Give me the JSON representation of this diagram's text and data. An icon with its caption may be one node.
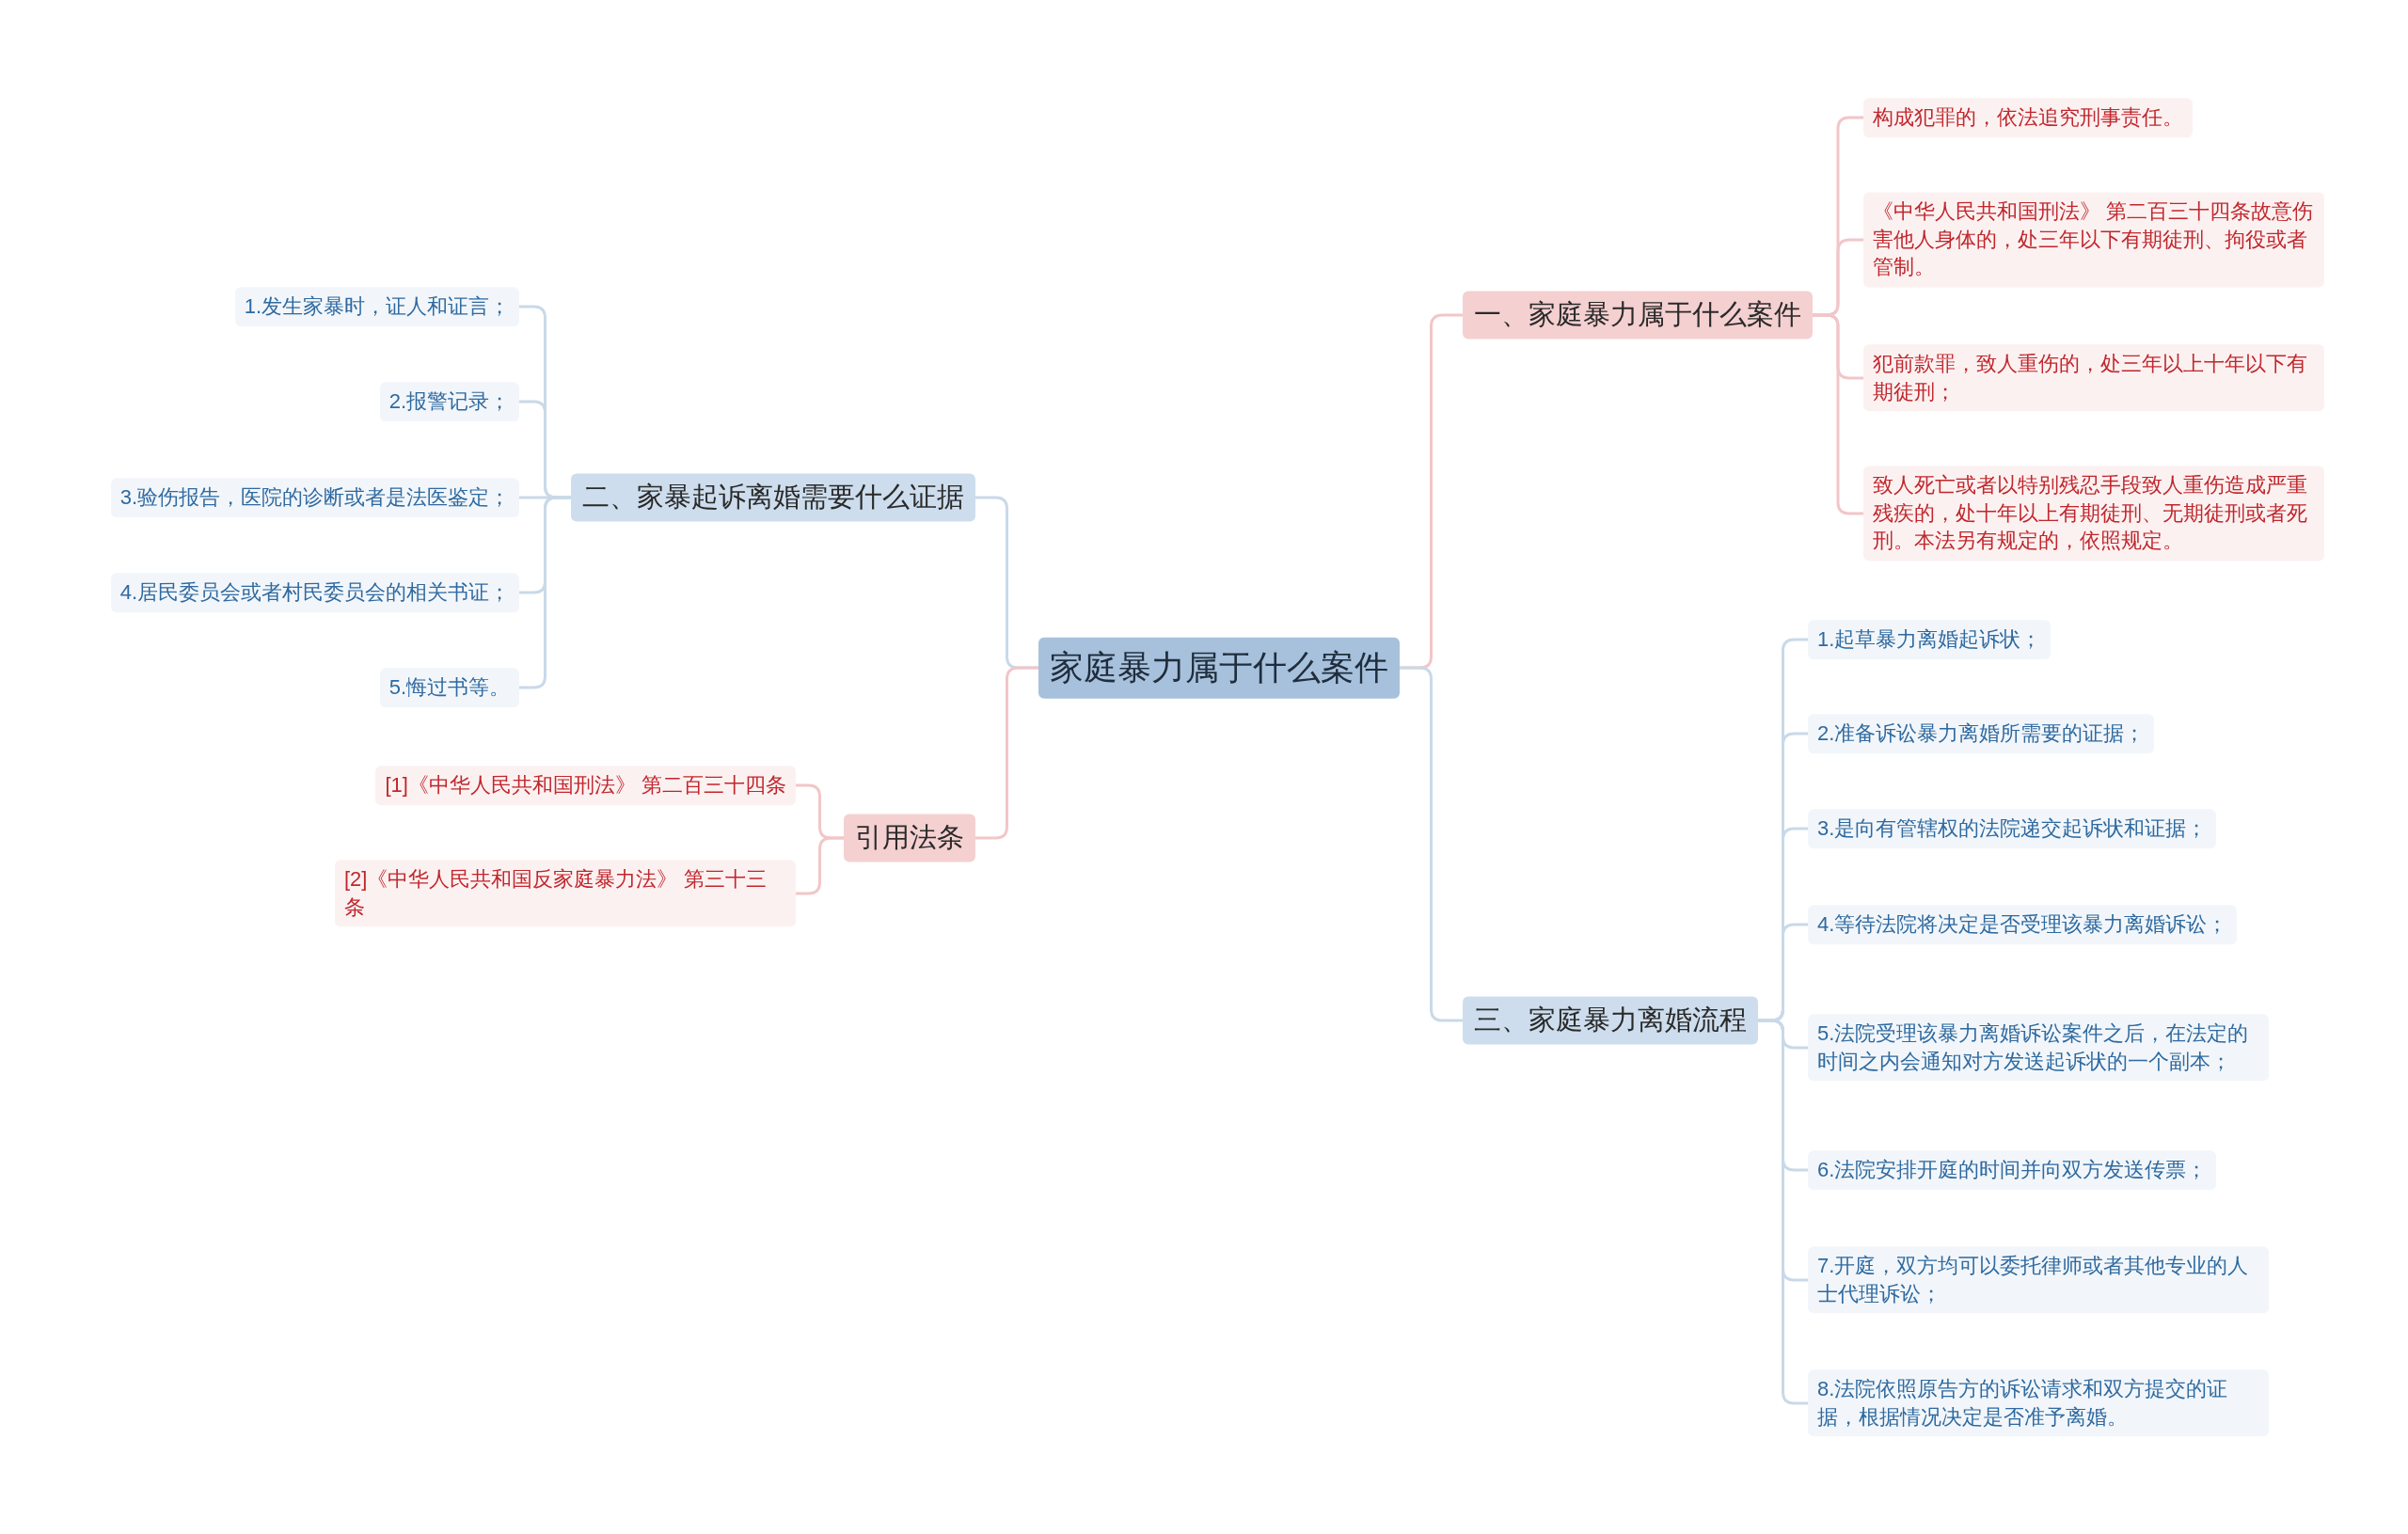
{
  "diagram": {
    "nodes": [
      {
        "text": [
          "家庭暴力属于什么案件"
        ]
      },
      {
        "text": [
          "一、家庭暴力属于什么案件"
        ]
      },
      {
        "text": [
          "构成犯罪的，依法追究刑事责任。"
        ]
      },
      {
        "text": [
          "《中华人民共和国刑法》 第二百三十四条故意伤害他人身体的，处三年以下有期徒刑、拘役或者管制。"
        ]
      },
      {
        "text": [
          "犯前款罪，致人重伤的，处三年以上十年以下有期徒刑；"
        ]
      },
      {
        "text": [
          "致人死亡或者以特别残忍手段致人重伤造成严重残疾的，处十年以上有期徒刑、无期徒刑或者死刑。本法另有规定的，依照规定。"
        ]
      },
      {
        "text": [
          "二、家暴起诉离婚需要什么证据"
        ]
      },
      {
        "text": [
          "1.发生家暴时，证人和证言；"
        ]
      },
      {
        "text": [
          "2.报警记录；"
        ]
      },
      {
        "text": [
          "3.验伤报告，医院的诊断或者是法医鉴定；"
        ]
      },
      {
        "text": [
          "4.居民委员会或者村民委员会的相关书证；"
        ]
      },
      {
        "text": [
          "5.悔过书等。"
        ]
      },
      {
        "text": [
          "引用法条"
        ]
      },
      {
        "text": [
          "[1]《中华人民共和国刑法》 第二百三十四条"
        ]
      },
      {
        "text": [
          "[2]《中华人民共和国反家庭暴力法》 第三十三条"
        ]
      },
      {
        "text": [
          "三、家庭暴力离婚流程"
        ]
      },
      {
        "text": [
          "1.起草暴力离婚起诉状；"
        ]
      },
      {
        "text": [
          "2.准备诉讼暴力离婚所需要的证据；"
        ]
      },
      {
        "text": [
          "3.是向有管辖权的法院递交起诉状和证据；"
        ]
      },
      {
        "text": [
          "4.等待法院将决定是否受理该暴力离婚诉讼；"
        ]
      },
      {
        "text": [
          "5.法院受理该暴力离婚诉讼案件之后，在法定的时间之内会通知对方发送起诉状的一个副本；"
        ]
      },
      {
        "text": [
          "6.法院安排开庭的时间并向双方发送传票；"
        ]
      },
      {
        "text": [
          "7.开庭，双方均可以委托律师或者其他专业的人士代理诉讼；"
        ]
      },
      {
        "text": [
          "8.法院依照原告方的诉讼请求和双方提交的证据，根据情况决定是否准予离婚。"
        ]
      }
    ],
    "edges": [
      {
        "from": 0,
        "to": 1,
        "arrow": "none",
        "color": "#f2c6c8"
      },
      {
        "from": 1,
        "to": 2,
        "arrow": "none",
        "color": "#f2c6c8"
      },
      {
        "from": 1,
        "to": 3,
        "arrow": "none",
        "color": "#f2c6c8"
      },
      {
        "from": 1,
        "to": 4,
        "arrow": "none",
        "color": "#f2c6c8"
      },
      {
        "from": 1,
        "to": 5,
        "arrow": "none",
        "color": "#f2c6c8"
      },
      {
        "from": 0,
        "to": 6,
        "arrow": "none"
      },
      {
        "from": 6,
        "to": 7,
        "arrow": "none"
      },
      {
        "from": 6,
        "to": 8,
        "arrow": "none"
      },
      {
        "from": 6,
        "to": 9,
        "arrow": "none"
      },
      {
        "from": 6,
        "to": 10,
        "arrow": "none"
      },
      {
        "from": 6,
        "to": 11,
        "arrow": "none"
      },
      {
        "from": 0,
        "to": 12,
        "arrow": "none",
        "color": "#f2c6c8"
      },
      {
        "from": 12,
        "to": 13,
        "arrow": "none",
        "color": "#f2c6c8"
      },
      {
        "from": 12,
        "to": 14,
        "arrow": "none",
        "color": "#f2c6c8"
      },
      {
        "from": 0,
        "to": 15,
        "arrow": "none"
      },
      {
        "from": 15,
        "to": 16,
        "arrow": "none"
      },
      {
        "from": 15,
        "to": 17,
        "arrow": "none"
      },
      {
        "from": 15,
        "to": 18,
        "arrow": "none"
      },
      {
        "from": 15,
        "to": 19,
        "arrow": "none"
      },
      {
        "from": 15,
        "to": 20,
        "arrow": "none"
      },
      {
        "from": 15,
        "to": 21,
        "arrow": "none"
      },
      {
        "from": 15,
        "to": 22,
        "arrow": "none"
      },
      {
        "from": 15,
        "to": 23,
        "arrow": "none"
      }
    ]
  }
}
